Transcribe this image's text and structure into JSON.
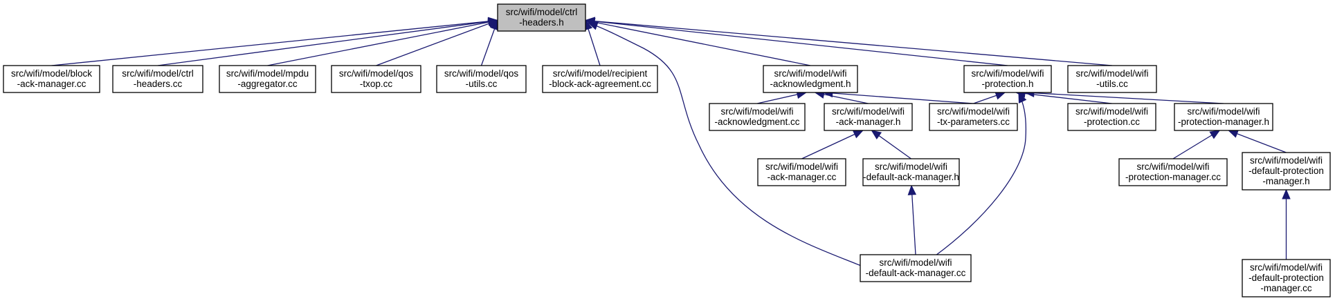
{
  "colors": {
    "edge": "#191970",
    "root_fill": "#bfbfbf",
    "node_fill": "#ffffff",
    "border": "#000000"
  },
  "nodes": [
    {
      "id": "ctrl-headers-h",
      "lines": [
        "src/wifi/model/ctrl",
        "-headers.h"
      ],
      "root": true
    },
    {
      "id": "block-ack-manager-cc",
      "lines": [
        "src/wifi/model/block",
        "-ack-manager.cc"
      ]
    },
    {
      "id": "ctrl-headers-cc",
      "lines": [
        "src/wifi/model/ctrl",
        "-headers.cc"
      ]
    },
    {
      "id": "mpdu-aggregator-cc",
      "lines": [
        "src/wifi/model/mpdu",
        "-aggregator.cc"
      ]
    },
    {
      "id": "qos-txop-cc",
      "lines": [
        "src/wifi/model/qos",
        "-txop.cc"
      ]
    },
    {
      "id": "qos-utils-cc",
      "lines": [
        "src/wifi/model/qos",
        "-utils.cc"
      ]
    },
    {
      "id": "recipient-block-ack-agreement-cc",
      "lines": [
        "src/wifi/model/recipient",
        "-block-ack-agreement.cc"
      ]
    },
    {
      "id": "wifi-acknowledgment-h",
      "lines": [
        "src/wifi/model/wifi",
        "-acknowledgment.h"
      ]
    },
    {
      "id": "wifi-protection-h",
      "lines": [
        "src/wifi/model/wifi",
        "-protection.h"
      ]
    },
    {
      "id": "wifi-utils-cc",
      "lines": [
        "src/wifi/model/wifi",
        "-utils.cc"
      ]
    },
    {
      "id": "wifi-acknowledgment-cc",
      "lines": [
        "src/wifi/model/wifi",
        "-acknowledgment.cc"
      ]
    },
    {
      "id": "wifi-ack-manager-h",
      "lines": [
        "src/wifi/model/wifi",
        "-ack-manager.h"
      ]
    },
    {
      "id": "wifi-tx-parameters-cc",
      "lines": [
        "src/wifi/model/wifi",
        "-tx-parameters.cc"
      ]
    },
    {
      "id": "wifi-protection-cc",
      "lines": [
        "src/wifi/model/wifi",
        "-protection.cc"
      ]
    },
    {
      "id": "wifi-protection-manager-h",
      "lines": [
        "src/wifi/model/wifi",
        "-protection-manager.h"
      ]
    },
    {
      "id": "wifi-ack-manager-cc",
      "lines": [
        "src/wifi/model/wifi",
        "-ack-manager.cc"
      ]
    },
    {
      "id": "wifi-default-ack-manager-h",
      "lines": [
        "src/wifi/model/wifi",
        "-default-ack-manager.h"
      ]
    },
    {
      "id": "wifi-protection-manager-cc",
      "lines": [
        "src/wifi/model/wifi",
        "-protection-manager.cc"
      ]
    },
    {
      "id": "wifi-default-protection-manager-h",
      "lines": [
        "src/wifi/model/wifi",
        "-default-protection",
        "-manager.h"
      ]
    },
    {
      "id": "wifi-default-ack-manager-cc",
      "lines": [
        "src/wifi/model/wifi",
        "-default-ack-manager.cc"
      ]
    },
    {
      "id": "wifi-default-protection-manager-cc",
      "lines": [
        "src/wifi/model/wifi",
        "-default-protection",
        "-manager.cc"
      ]
    }
  ],
  "edges": [
    {
      "from": "block-ack-manager-cc",
      "to": "ctrl-headers-h"
    },
    {
      "from": "ctrl-headers-cc",
      "to": "ctrl-headers-h"
    },
    {
      "from": "mpdu-aggregator-cc",
      "to": "ctrl-headers-h"
    },
    {
      "from": "qos-txop-cc",
      "to": "ctrl-headers-h"
    },
    {
      "from": "qos-utils-cc",
      "to": "ctrl-headers-h"
    },
    {
      "from": "recipient-block-ack-agreement-cc",
      "to": "ctrl-headers-h"
    },
    {
      "from": "wifi-acknowledgment-h",
      "to": "ctrl-headers-h"
    },
    {
      "from": "wifi-protection-h",
      "to": "ctrl-headers-h"
    },
    {
      "from": "wifi-utils-cc",
      "to": "ctrl-headers-h"
    },
    {
      "from": "wifi-default-ack-manager-cc",
      "to": "ctrl-headers-h"
    },
    {
      "from": "wifi-acknowledgment-cc",
      "to": "wifi-acknowledgment-h"
    },
    {
      "from": "wifi-ack-manager-h",
      "to": "wifi-acknowledgment-h"
    },
    {
      "from": "wifi-tx-parameters-cc",
      "to": "wifi-acknowledgment-h"
    },
    {
      "from": "wifi-tx-parameters-cc",
      "to": "wifi-protection-h"
    },
    {
      "from": "wifi-default-ack-manager-cc",
      "to": "wifi-protection-h"
    },
    {
      "from": "wifi-protection-cc",
      "to": "wifi-protection-h"
    },
    {
      "from": "wifi-protection-manager-h",
      "to": "wifi-protection-h"
    },
    {
      "from": "wifi-ack-manager-cc",
      "to": "wifi-ack-manager-h"
    },
    {
      "from": "wifi-default-ack-manager-h",
      "to": "wifi-ack-manager-h"
    },
    {
      "from": "wifi-default-ack-manager-cc",
      "to": "wifi-default-ack-manager-h"
    },
    {
      "from": "wifi-protection-manager-cc",
      "to": "wifi-protection-manager-h"
    },
    {
      "from": "wifi-default-protection-manager-h",
      "to": "wifi-protection-manager-h"
    },
    {
      "from": "wifi-default-protection-manager-cc",
      "to": "wifi-default-protection-manager-h"
    }
  ]
}
